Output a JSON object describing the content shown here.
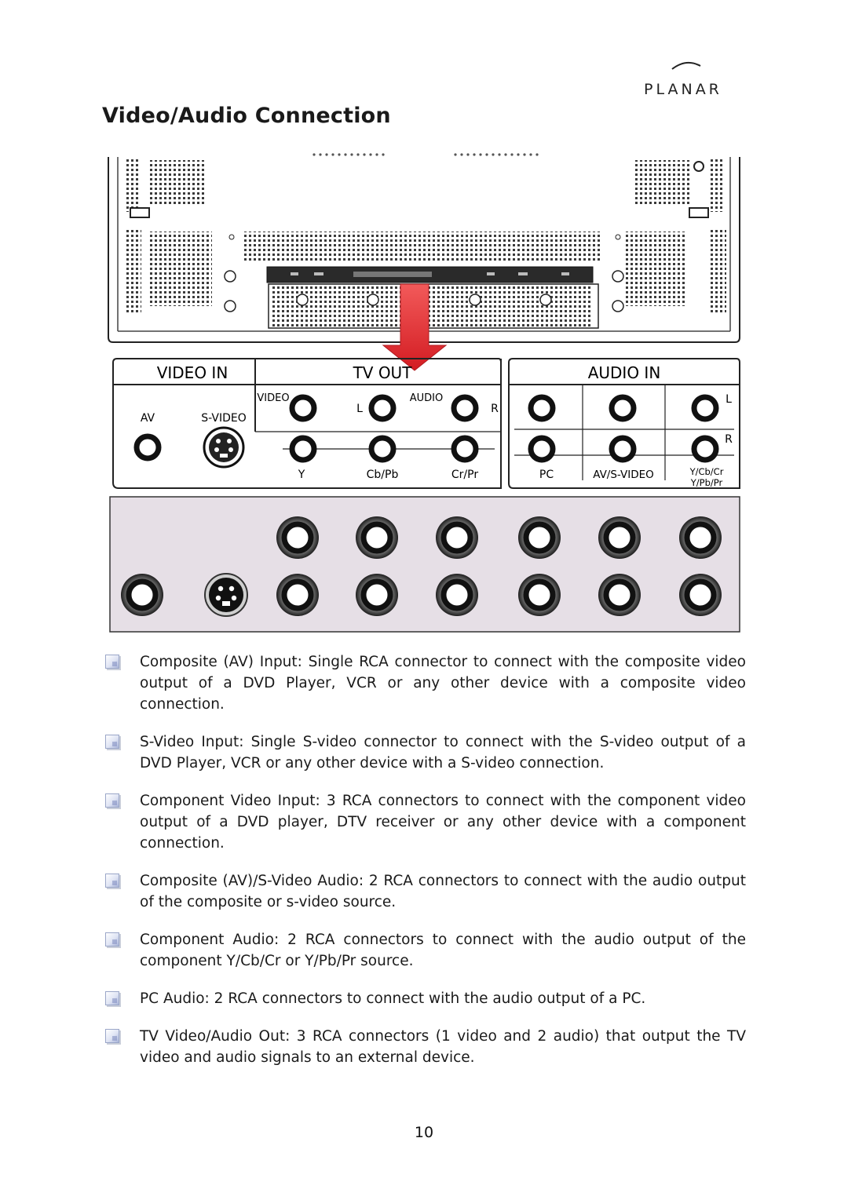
{
  "header": {
    "brand": "PLANAR",
    "title": "Video/Audio Connection"
  },
  "panel": {
    "video_in": "VIDEO IN",
    "tv_out": "TV OUT",
    "audio_in": "AUDIO IN",
    "av": "AV",
    "s_video": "S-VIDEO",
    "video": "VIDEO",
    "audio": "AUDIO",
    "l": "L",
    "r": "R",
    "y": "Y",
    "cb_pb": "Cb/Pb",
    "cr_pr": "Cr/Pr",
    "pc": "PC",
    "av_s_video": "AV/S-VIDEO",
    "y_cb_cr": "Y/Cb/Cr",
    "y_pb_pr": "Y/Pb/Pr"
  },
  "bullets": [
    {
      "term": "Composite (AV) Input:",
      "text": " Single RCA connector to connect with the composite video output of a DVD Player, VCR or any other device with a composite video connection."
    },
    {
      "term": "S-Video Input:",
      "text": " Single S-video connector to connect with the S-video output of a DVD Player, VCR or any other device with a S-video connection."
    },
    {
      "term": "Component Video Input:",
      "text": " 3 RCA connectors to connect with the component video output of a DVD player, DTV receiver or any other device with a component connection."
    },
    {
      "term": "Composite (AV)/S-Video Audio:",
      "text": " 2 RCA connectors to connect with the audio output of the composite or s-video source."
    },
    {
      "term": "Component Audio:",
      "text": " 2 RCA connectors to connect with the audio output of the component Y/Cb/Cr or Y/Pb/Pr source."
    },
    {
      "term": "PC Audio:",
      "text": " 2 RCA connectors to connect with the audio output of a PC."
    },
    {
      "term": "TV Video/Audio Out:",
      "text": " 3 RCA connectors (1 video and 2 audio) that output the TV video and audio signals to an external device."
    }
  ],
  "page_number": "10",
  "colors": {
    "arrow": "#e0262a",
    "jack_panel_bg": "#e6dfe6",
    "text": "#1a1a1a"
  }
}
